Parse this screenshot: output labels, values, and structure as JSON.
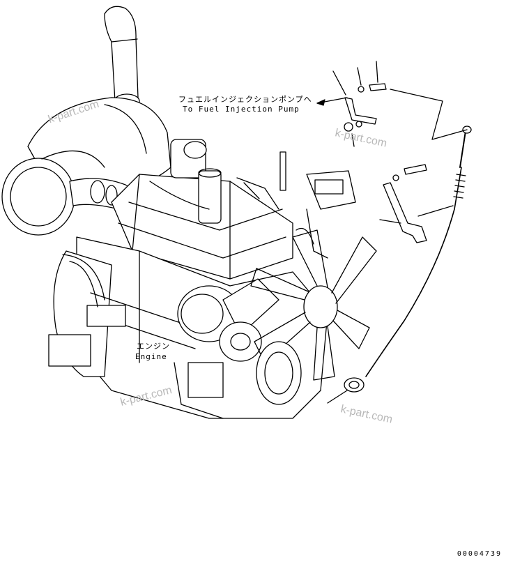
{
  "labels": {
    "fuel_pump_jp": "フュエルインジェクションポンプへ",
    "fuel_pump_en": "To Fuel Injection Pump",
    "engine_jp": "エンジン",
    "engine_en": "Engine"
  },
  "watermark": "k-part.com",
  "drawing_code": "00004739",
  "colors": {
    "line": "#000000",
    "watermark": "#b8b8b8",
    "background": "#ffffff"
  }
}
